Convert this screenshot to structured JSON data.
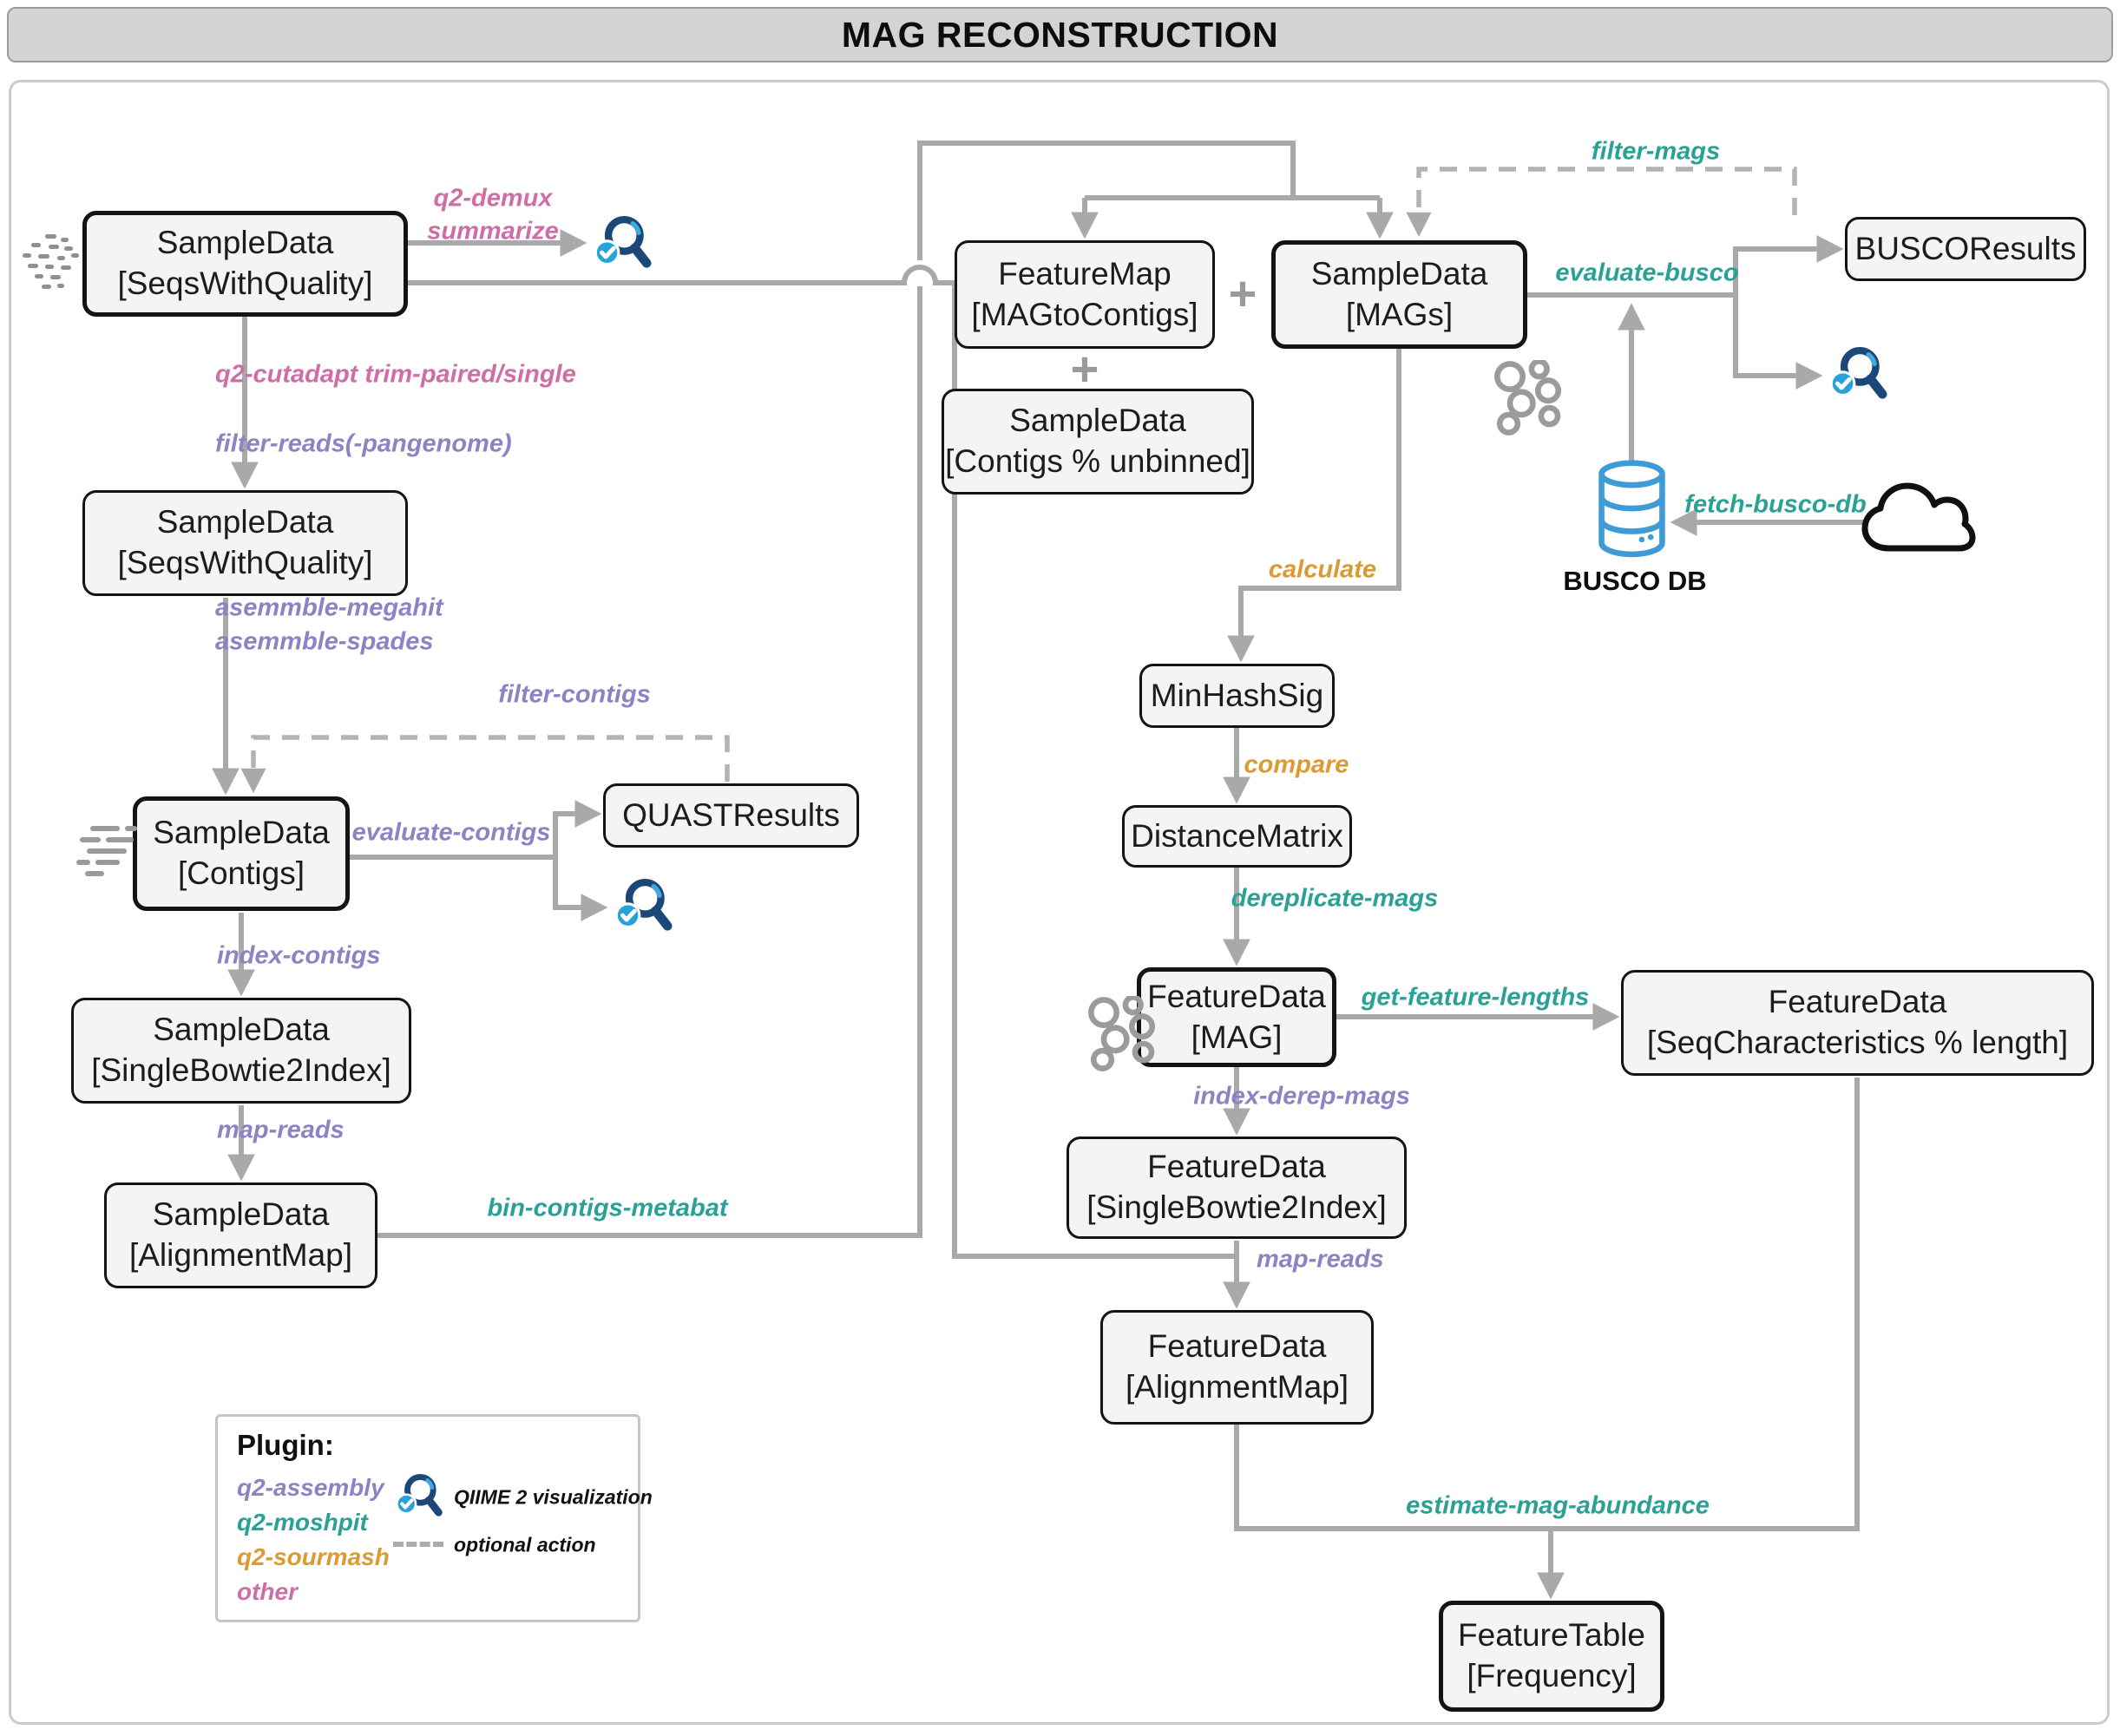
{
  "title": "MAG RECONSTRUCTION",
  "plus_sign": "+",
  "nodes": {
    "seqs1": {
      "line1": "SampleData",
      "line2": "[SeqsWithQuality]"
    },
    "seqs2": {
      "line1": "SampleData",
      "line2": "[SeqsWithQuality]"
    },
    "contigs": {
      "line1": "SampleData",
      "line2": "[Contigs]"
    },
    "bowtie_contigs": {
      "line1": "SampleData",
      "line2": "[SingleBowtie2Index]"
    },
    "alnmap_reads": {
      "line1": "SampleData",
      "line2": "[AlignmentMap]"
    },
    "quast": {
      "line1": "QUASTResults",
      "line2": ""
    },
    "feature_map": {
      "line1": "FeatureMap",
      "line2": "[MAGtoContigs]"
    },
    "mags": {
      "line1": "SampleData",
      "line2": "[MAGs]"
    },
    "unbinned": {
      "line1": "SampleData",
      "line2": "[Contigs % unbinned]"
    },
    "busco_results": {
      "line1": "BUSCOResults",
      "line2": ""
    },
    "minhash": {
      "line1": "MinHashSig",
      "line2": ""
    },
    "distance_matrix": {
      "line1": "DistanceMatrix",
      "line2": ""
    },
    "mag": {
      "line1": "FeatureData",
      "line2": "[MAG]"
    },
    "seq_characteristics": {
      "line1": "FeatureData",
      "line2": "[SeqCharacteristics % length]"
    },
    "bowtie_mags": {
      "line1": "FeatureData",
      "line2": "[SingleBowtie2Index]"
    },
    "alnmap_mags": {
      "line1": "FeatureData",
      "line2": "[AlignmentMap]"
    },
    "freq_table": {
      "line1": "FeatureTable",
      "line2": "[Frequency]"
    }
  },
  "edges": {
    "q2_demux": {
      "line1": "q2-demux",
      "line2": "summarize",
      "plugin": "other"
    },
    "q2_cutadapt": {
      "label": "q2-cutadapt trim-paired/single",
      "plugin": "other"
    },
    "filter_reads": {
      "label": "filter-reads(-pangenome)",
      "plugin": "q2-assembly"
    },
    "assemble_megahit": {
      "label": "asemmble-megahit",
      "plugin": "q2-assembly"
    },
    "assemble_spades": {
      "label": "asemmble-spades",
      "plugin": "q2-assembly"
    },
    "filter_contigs": {
      "label": "filter-contigs",
      "plugin": "q2-assembly"
    },
    "evaluate_contigs": {
      "label": "evaluate-contigs",
      "plugin": "q2-assembly"
    },
    "index_contigs": {
      "label": "index-contigs",
      "plugin": "q2-assembly"
    },
    "map_reads_contigs": {
      "label": "map-reads",
      "plugin": "q2-assembly"
    },
    "bin_contigs_metabat": {
      "label": "bin-contigs-metabat",
      "plugin": "q2-moshpit"
    },
    "filter_mags": {
      "label": "filter-mags",
      "plugin": "q2-moshpit"
    },
    "evaluate_busco": {
      "label": "evaluate-busco",
      "plugin": "q2-moshpit"
    },
    "fetch_busco_db": {
      "label": "fetch-busco-db",
      "plugin": "q2-moshpit"
    },
    "calculate": {
      "label": "calculate",
      "plugin": "q2-sourmash"
    },
    "compare": {
      "label": "compare",
      "plugin": "q2-sourmash"
    },
    "dereplicate_mags": {
      "label": "dereplicate-mags",
      "plugin": "q2-moshpit"
    },
    "get_feature_lengths": {
      "label": "get-feature-lengths",
      "plugin": "q2-moshpit"
    },
    "index_derep_mags": {
      "label": "index-derep-mags",
      "plugin": "q2-assembly"
    },
    "map_reads_mags": {
      "label": "map-reads",
      "plugin": "q2-assembly"
    },
    "estimate_mag_abundance": {
      "label": "estimate-mag-abundance",
      "plugin": "q2-moshpit"
    }
  },
  "busco_db": {
    "label": "BUSCO DB"
  },
  "legend": {
    "title": "Plugin:",
    "items": [
      {
        "label": "q2-assembly",
        "color": "#8b84c4"
      },
      {
        "label": "q2-moshpit",
        "color": "#2aa195"
      },
      {
        "label": "q2-sourmash",
        "color": "#dc9a35"
      },
      {
        "label": "other",
        "color": "#cf6da6"
      }
    ],
    "viz_label": "QIIME 2 visualization",
    "optional_label": "optional action"
  },
  "icons": {
    "visualization": "magnifier-with-check",
    "database": "db-cylinder",
    "cloud": "cloud-outline",
    "reads": "scattered-read-dashes",
    "contigs": "contig-dashes",
    "bins": "mag-bin-circles"
  },
  "colors": {
    "purple": "#8b84c4",
    "teal": "#2aa195",
    "orange": "#dc9a35",
    "pink": "#cf6da6",
    "line_gray": "#a9a9a9",
    "db_blue": "#3f9bd5",
    "icon_navy": "#1c4879",
    "icon_blue": "#29a2dc",
    "box_fill": "#f4f4f6"
  }
}
